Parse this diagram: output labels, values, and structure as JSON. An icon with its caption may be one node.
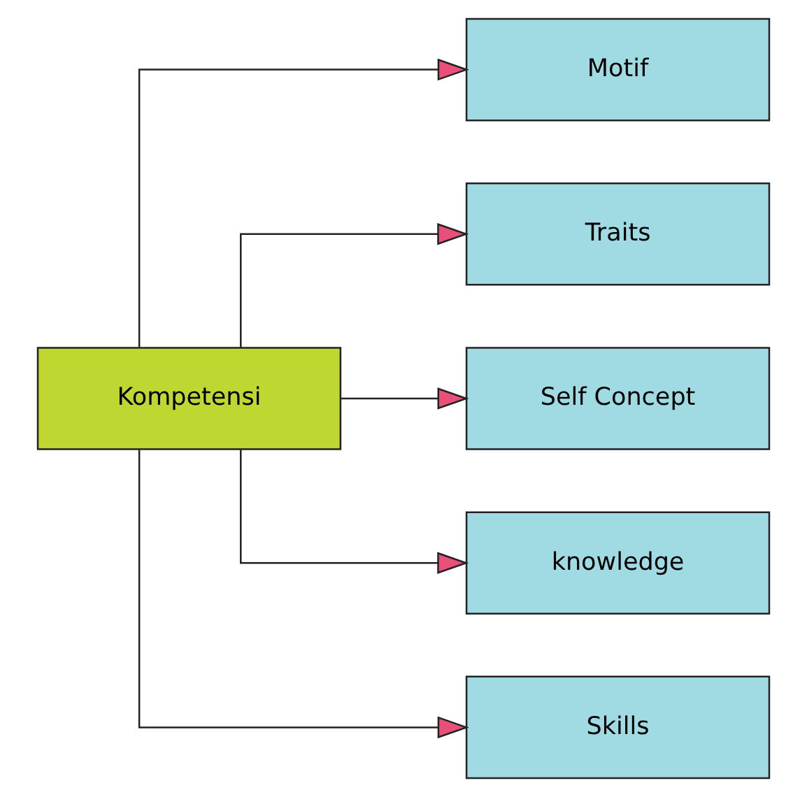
{
  "diagram": {
    "nodes": [
      {
        "text": [
          "Kompetensi"
        ]
      },
      {
        "text": [
          "Motif"
        ]
      },
      {
        "text": [
          "Traits"
        ]
      },
      {
        "text": [
          "Self Concept"
        ]
      },
      {
        "text": [
          "knowledge"
        ]
      },
      {
        "text": [
          "Skills"
        ]
      }
    ],
    "edges": [
      {
        "from": 0,
        "to": 1,
        "arrow": "to"
      },
      {
        "from": 0,
        "to": 2,
        "arrow": "to"
      },
      {
        "from": 0,
        "to": 3,
        "arrow": "to"
      },
      {
        "from": 0,
        "to": 4,
        "arrow": "to"
      },
      {
        "from": 0,
        "to": 5,
        "arrow": "to"
      }
    ]
  }
}
